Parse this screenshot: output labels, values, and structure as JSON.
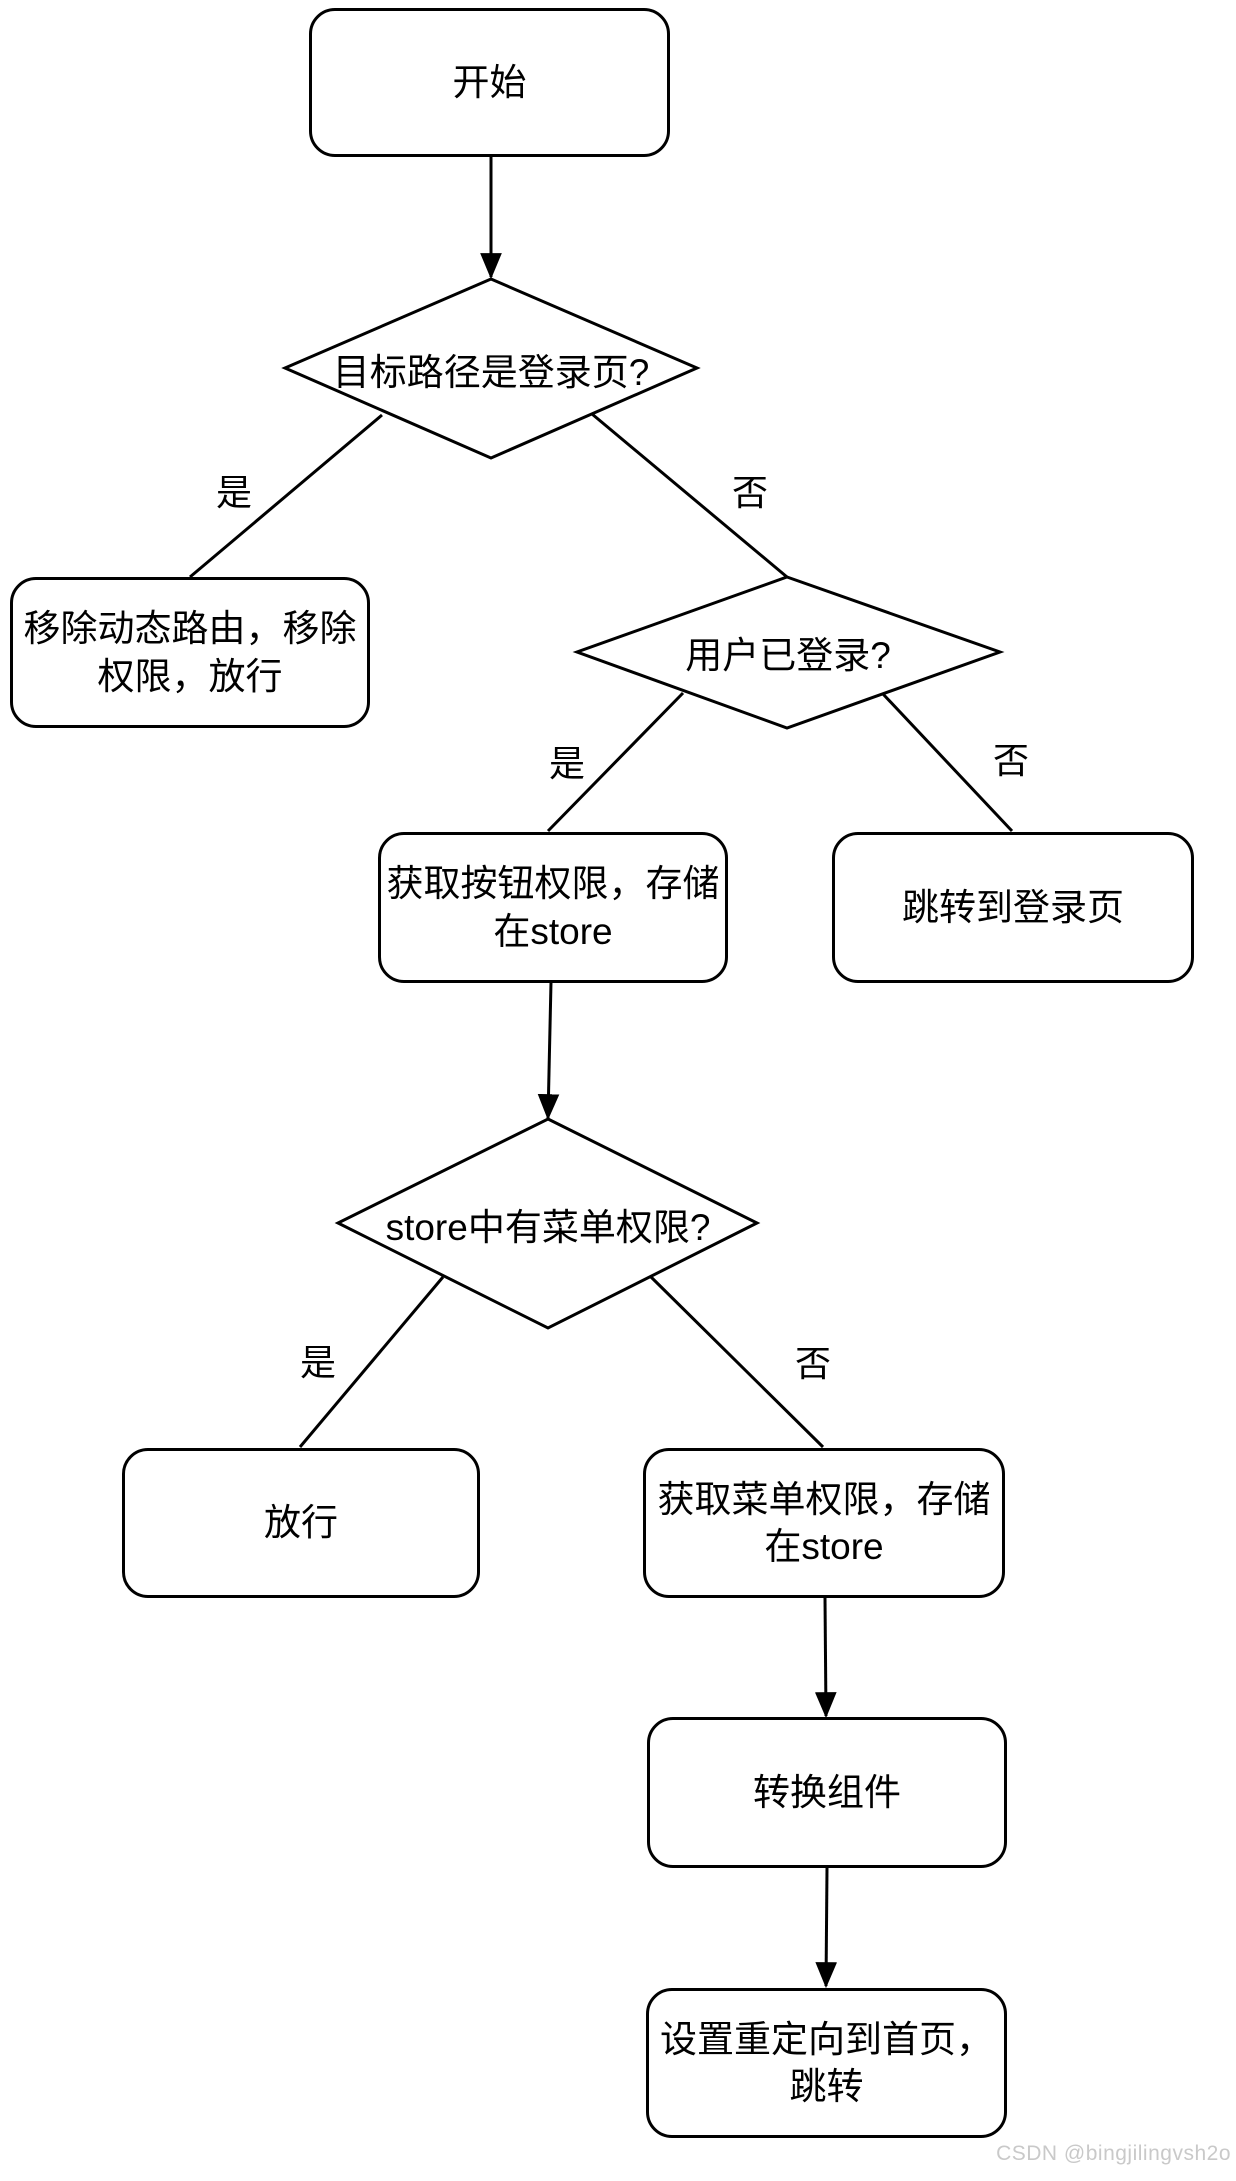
{
  "colors": {
    "stroke": "#000000",
    "shape_fill": "#ffffff",
    "text": "#000000",
    "watermark_text": "#c9c9c9"
  },
  "flowchart": {
    "nodes": {
      "start": {
        "label": "开始"
      },
      "check_login_page": {
        "label": "目标路径是登录页?"
      },
      "remove_routes": {
        "line1": "移除动态路由，移除",
        "line2": "权限，放行"
      },
      "check_logged_in": {
        "label": "用户已登录?"
      },
      "get_button_perms": {
        "line1": "获取按钮权限，存储",
        "line2": "在store"
      },
      "goto_login": {
        "label": "跳转到登录页"
      },
      "check_store_menu": {
        "label": "store中有菜单权限?"
      },
      "pass": {
        "label": "放行"
      },
      "get_menu_perms": {
        "line1": "获取菜单权限，存储",
        "line2": "在store"
      },
      "convert_components": {
        "label": "转换组件"
      },
      "set_redirect": {
        "line1": "设置重定向到首页，",
        "line2": "跳转"
      }
    },
    "edge_labels": {
      "check_login_page_yes": "是",
      "check_login_page_no": "否",
      "check_logged_in_yes": "是",
      "check_logged_in_no": "否",
      "check_store_menu_yes": "是",
      "check_store_menu_no": "否"
    }
  },
  "watermark": {
    "text": "CSDN @bingjilingvsh2o"
  }
}
